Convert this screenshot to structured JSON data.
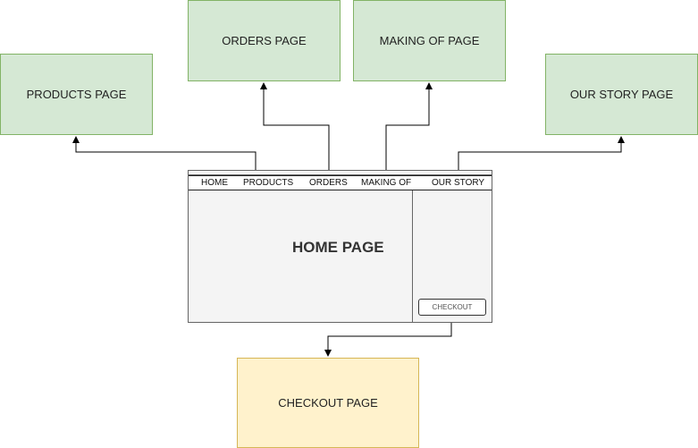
{
  "pages": {
    "products": "PRODUCTS PAGE",
    "orders": "ORDERS PAGE",
    "making_of": "MAKING OF PAGE",
    "our_story": "OUR STORY PAGE",
    "checkout": "CHECKOUT PAGE"
  },
  "mockup": {
    "title": "HOME PAGE",
    "nav": [
      "HOME",
      "PRODUCTS",
      "ORDERS",
      "MAKING OF",
      "OUR STORY"
    ],
    "checkout_button": "CHECKOUT"
  },
  "colors": {
    "page_fill": "#d5e8d4",
    "page_border": "#82b366",
    "checkout_fill": "#fff2cc",
    "checkout_border": "#d6b656",
    "connector": "#000000"
  },
  "links": [
    {
      "from": "nav.PRODUCTS",
      "to": "PRODUCTS PAGE"
    },
    {
      "from": "nav.ORDERS",
      "to": "ORDERS PAGE"
    },
    {
      "from": "nav.MAKING OF",
      "to": "MAKING OF PAGE"
    },
    {
      "from": "nav.OUR STORY",
      "to": "OUR STORY PAGE"
    },
    {
      "from": "CHECKOUT",
      "to": "CHECKOUT PAGE"
    }
  ]
}
